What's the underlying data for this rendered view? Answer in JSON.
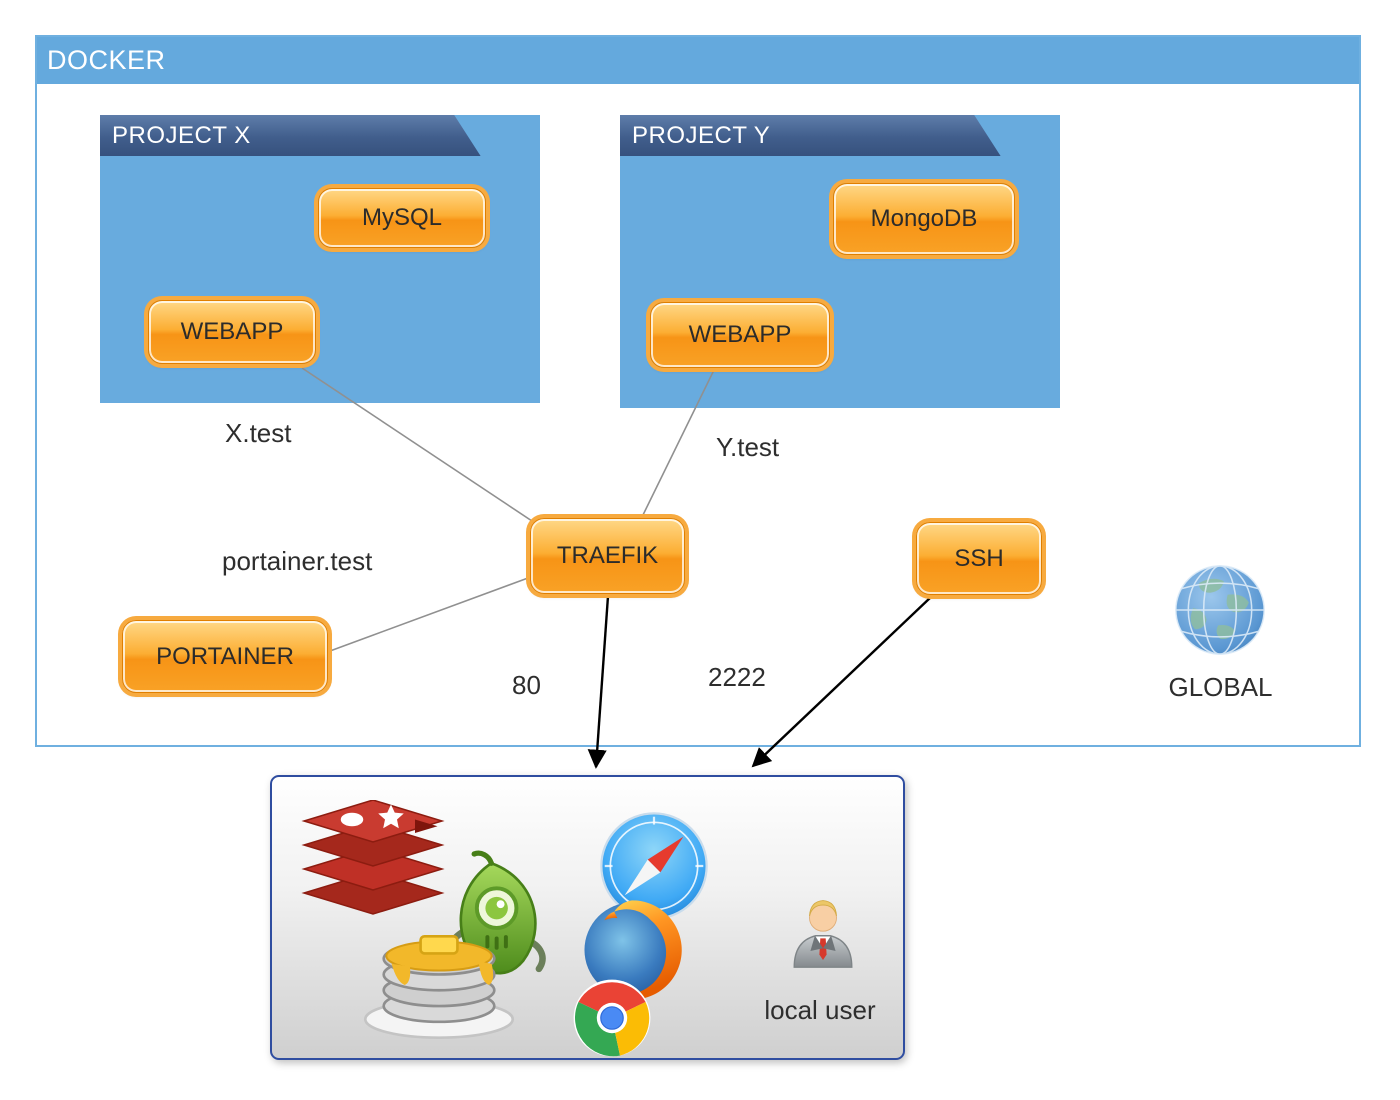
{
  "docker": {
    "label": "DOCKER"
  },
  "projects": {
    "x": {
      "label": "PROJECT X"
    },
    "y": {
      "label": "PROJECT Y"
    }
  },
  "nodes": {
    "mysql": "MySQL",
    "webapp_x": "WEBAPP",
    "mongodb": "MongoDB",
    "webapp_y": "WEBAPP",
    "traefik": "TRAEFIK",
    "ssh": "SSH",
    "portainer": "PORTAINER"
  },
  "edge_labels": {
    "x_test": "X.test",
    "y_test": "Y.test",
    "portainer_test": "portainer.test",
    "traefik_port": "80",
    "ssh_port": "2222"
  },
  "global_label": "GLOBAL",
  "local_user_label": "local user",
  "icons": {
    "globe": "globe-icon",
    "redis": "redis-icon",
    "medis": "medis-robot-icon",
    "sequel_pro": "pancakes-database-icon",
    "safari": "safari-browser-icon",
    "firefox": "firefox-browser-icon",
    "chrome": "chrome-browser-icon",
    "local_user": "person-icon"
  },
  "colors": {
    "docker_blue": "#64a9dd",
    "project_body_blue": "#68abde",
    "project_tab_blue": "#3e5c8b",
    "node_orange": "#f79416",
    "node_border_orange": "#e07f00",
    "connector_gray": "#909090",
    "arrow_black": "#000000",
    "local_box_border": "#2f4da0"
  }
}
